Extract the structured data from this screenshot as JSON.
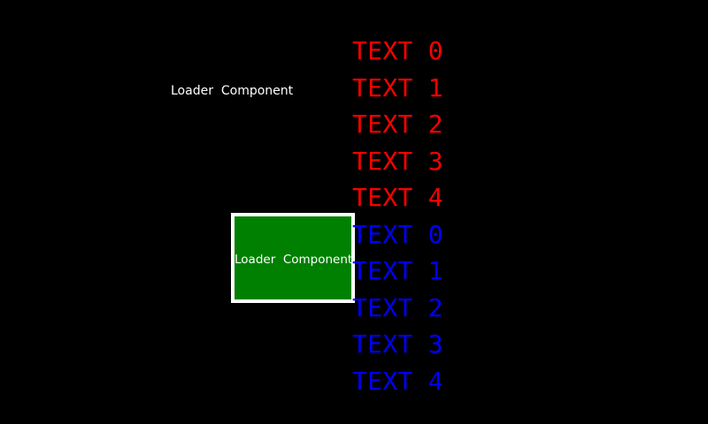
{
  "colors": {
    "background": "#000000",
    "red": "#FF0000",
    "blue": "#0000FF",
    "green": "#008000",
    "white": "#FFFFFF"
  },
  "loader_label": {
    "text": "Loader  Component"
  },
  "loader_box": {
    "label": "Loader  Component"
  },
  "text_list": {
    "red": [
      "TEXT 0",
      "TEXT 1",
      "TEXT 2",
      "TEXT 3",
      "TEXT 4"
    ],
    "blue": [
      "TEXT 0",
      "TEXT 1",
      "TEXT 2",
      "TEXT 3",
      "TEXT 4"
    ]
  }
}
